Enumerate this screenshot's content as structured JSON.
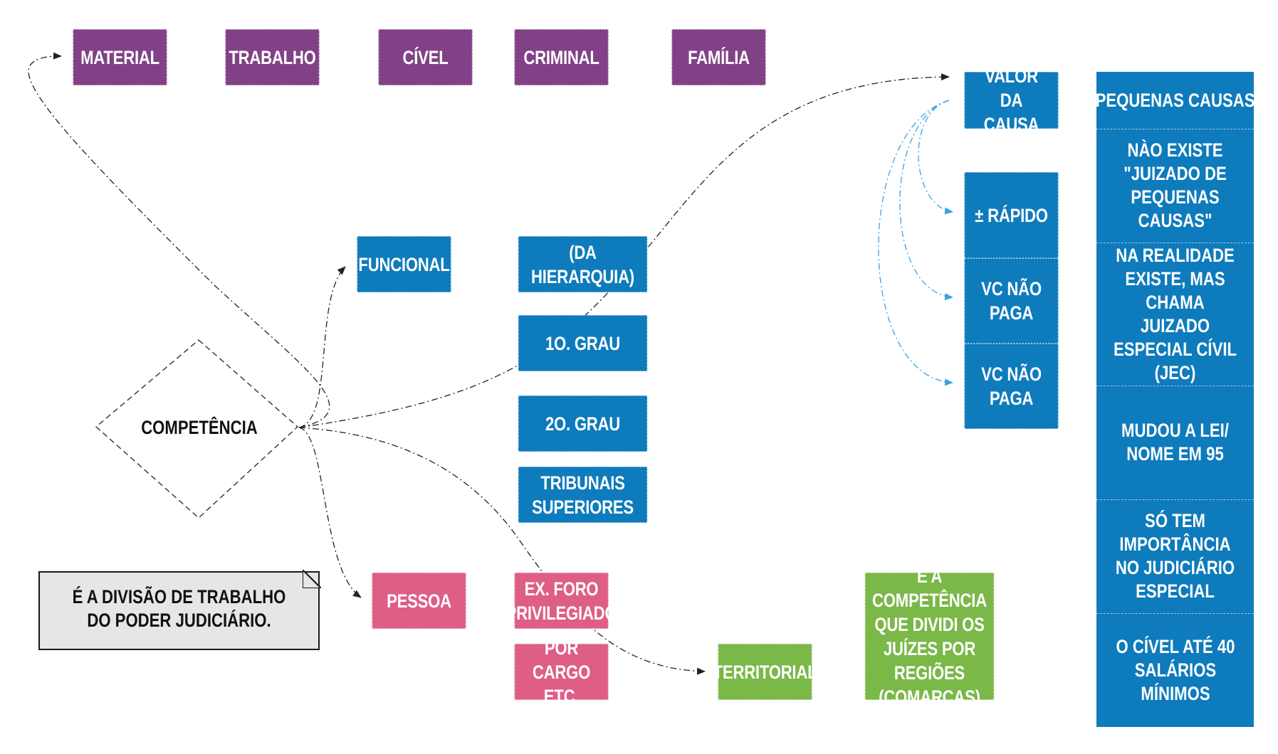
{
  "diagram": {
    "center": "COMPETÊNCIA",
    "note": "É A DIVISÃO DE TRABALHO DO PODER JUDICIÁRIO.",
    "material": [
      "MATERIAL",
      "TRABALHO",
      "CÍVEL",
      "CRIMINAL",
      "FAMÍLIA"
    ],
    "funcional": {
      "label": "FUNCIONAL",
      "items": [
        "(DA HIERARQUIA)",
        "1O. GRAU",
        "2O. GRAU",
        "TRIBUNAIS SUPERIORES"
      ]
    },
    "pessoa": {
      "label": "PESSOA",
      "items": [
        "EX. FORO PRIVILEGIADO",
        "POR CARGO ETC."
      ]
    },
    "territorial": {
      "label": "TERRITORIAL",
      "note": "É A COMPETÊNCIA QUE DIVIDI OS JUÍZES POR REGIÕES (COMARCAS)"
    },
    "valor_da_causa": {
      "label": "VALOR DA CAUSA",
      "items": [
        "± RÁPIDO",
        "VC NÃO PAGA",
        "VC NÃO PAGA"
      ]
    },
    "pequenas_causas": [
      "PEQUENAS CAUSAS",
      "NÀO EXISTE \"JUIZADO DE PEQUENAS CAUSAS\"",
      "NA REALIDADE EXISTE, MAS CHAMA JUIZADO ESPECIAL CÍVIL (JEC)",
      "MUDOU A LEI/ NOME EM 95",
      "SÓ TEM IMPORTÂNCIA NO JUDICIÁRIO ESPECIAL",
      "O CÍVEL ATÉ 40 SALÁRIOS MÍNIMOS"
    ],
    "colors": {
      "purple": "#824187",
      "blue": "#0e7bbc",
      "pink": "#de5e86",
      "green": "#7ab848",
      "note_bg": "#e6e6e6"
    }
  }
}
